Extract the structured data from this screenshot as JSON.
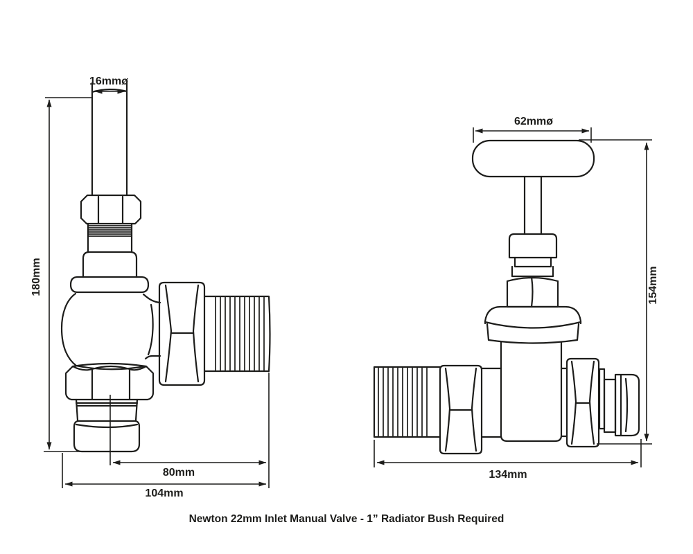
{
  "drawing": {
    "background": "#ffffff",
    "line_color": "#1d1d1b",
    "caption": "Newton 22mm Inlet Manual Valve - 1” Radiator Bush Required",
    "views": {
      "angled": {
        "name": "angled-manual-valve",
        "dims": {
          "spindle_diameter": "16mmø",
          "overall_height": "180mm",
          "centre_to_outlet": "80mm",
          "overall_width": "104mm"
        }
      },
      "straight": {
        "name": "straight-manual-valve",
        "dims": {
          "handle_diameter": "62mmø",
          "overall_height": "154mm",
          "overall_length": "134mm"
        }
      }
    }
  }
}
